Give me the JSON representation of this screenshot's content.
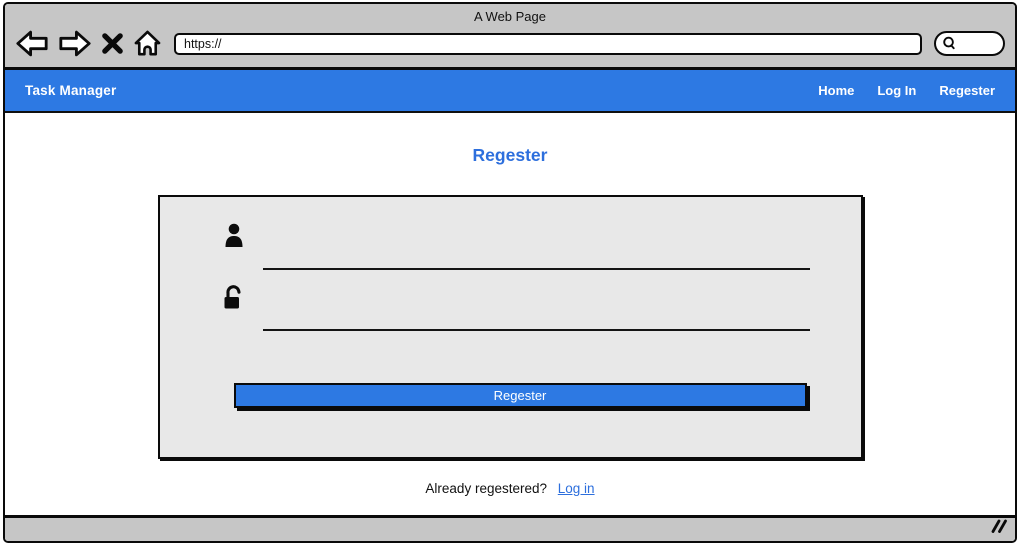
{
  "window": {
    "title": "A Web Page",
    "url_value": "https://",
    "toolbar_icons": [
      "back-arrow",
      "forward-arrow",
      "close-x",
      "home",
      "search"
    ]
  },
  "navbar": {
    "brand": "Task Manager",
    "links": [
      {
        "label": "Home"
      },
      {
        "label": "Log In"
      },
      {
        "label": "Regester"
      }
    ]
  },
  "main": {
    "heading": "Regester",
    "form": {
      "username_value": "",
      "password_value": "",
      "username_icon": "person-icon",
      "password_icon": "open-lock-icon",
      "submit_label": "Regester"
    },
    "footer": {
      "prompt": "Already regestered?",
      "link_label": "Log in"
    }
  },
  "colors": {
    "accent_blue": "#2d79e3",
    "heading_blue": "#2d6fdd",
    "chrome_gray": "#c6c6c6",
    "card_gray": "#e8e8e8",
    "outline_black": "#0a0a0a"
  }
}
